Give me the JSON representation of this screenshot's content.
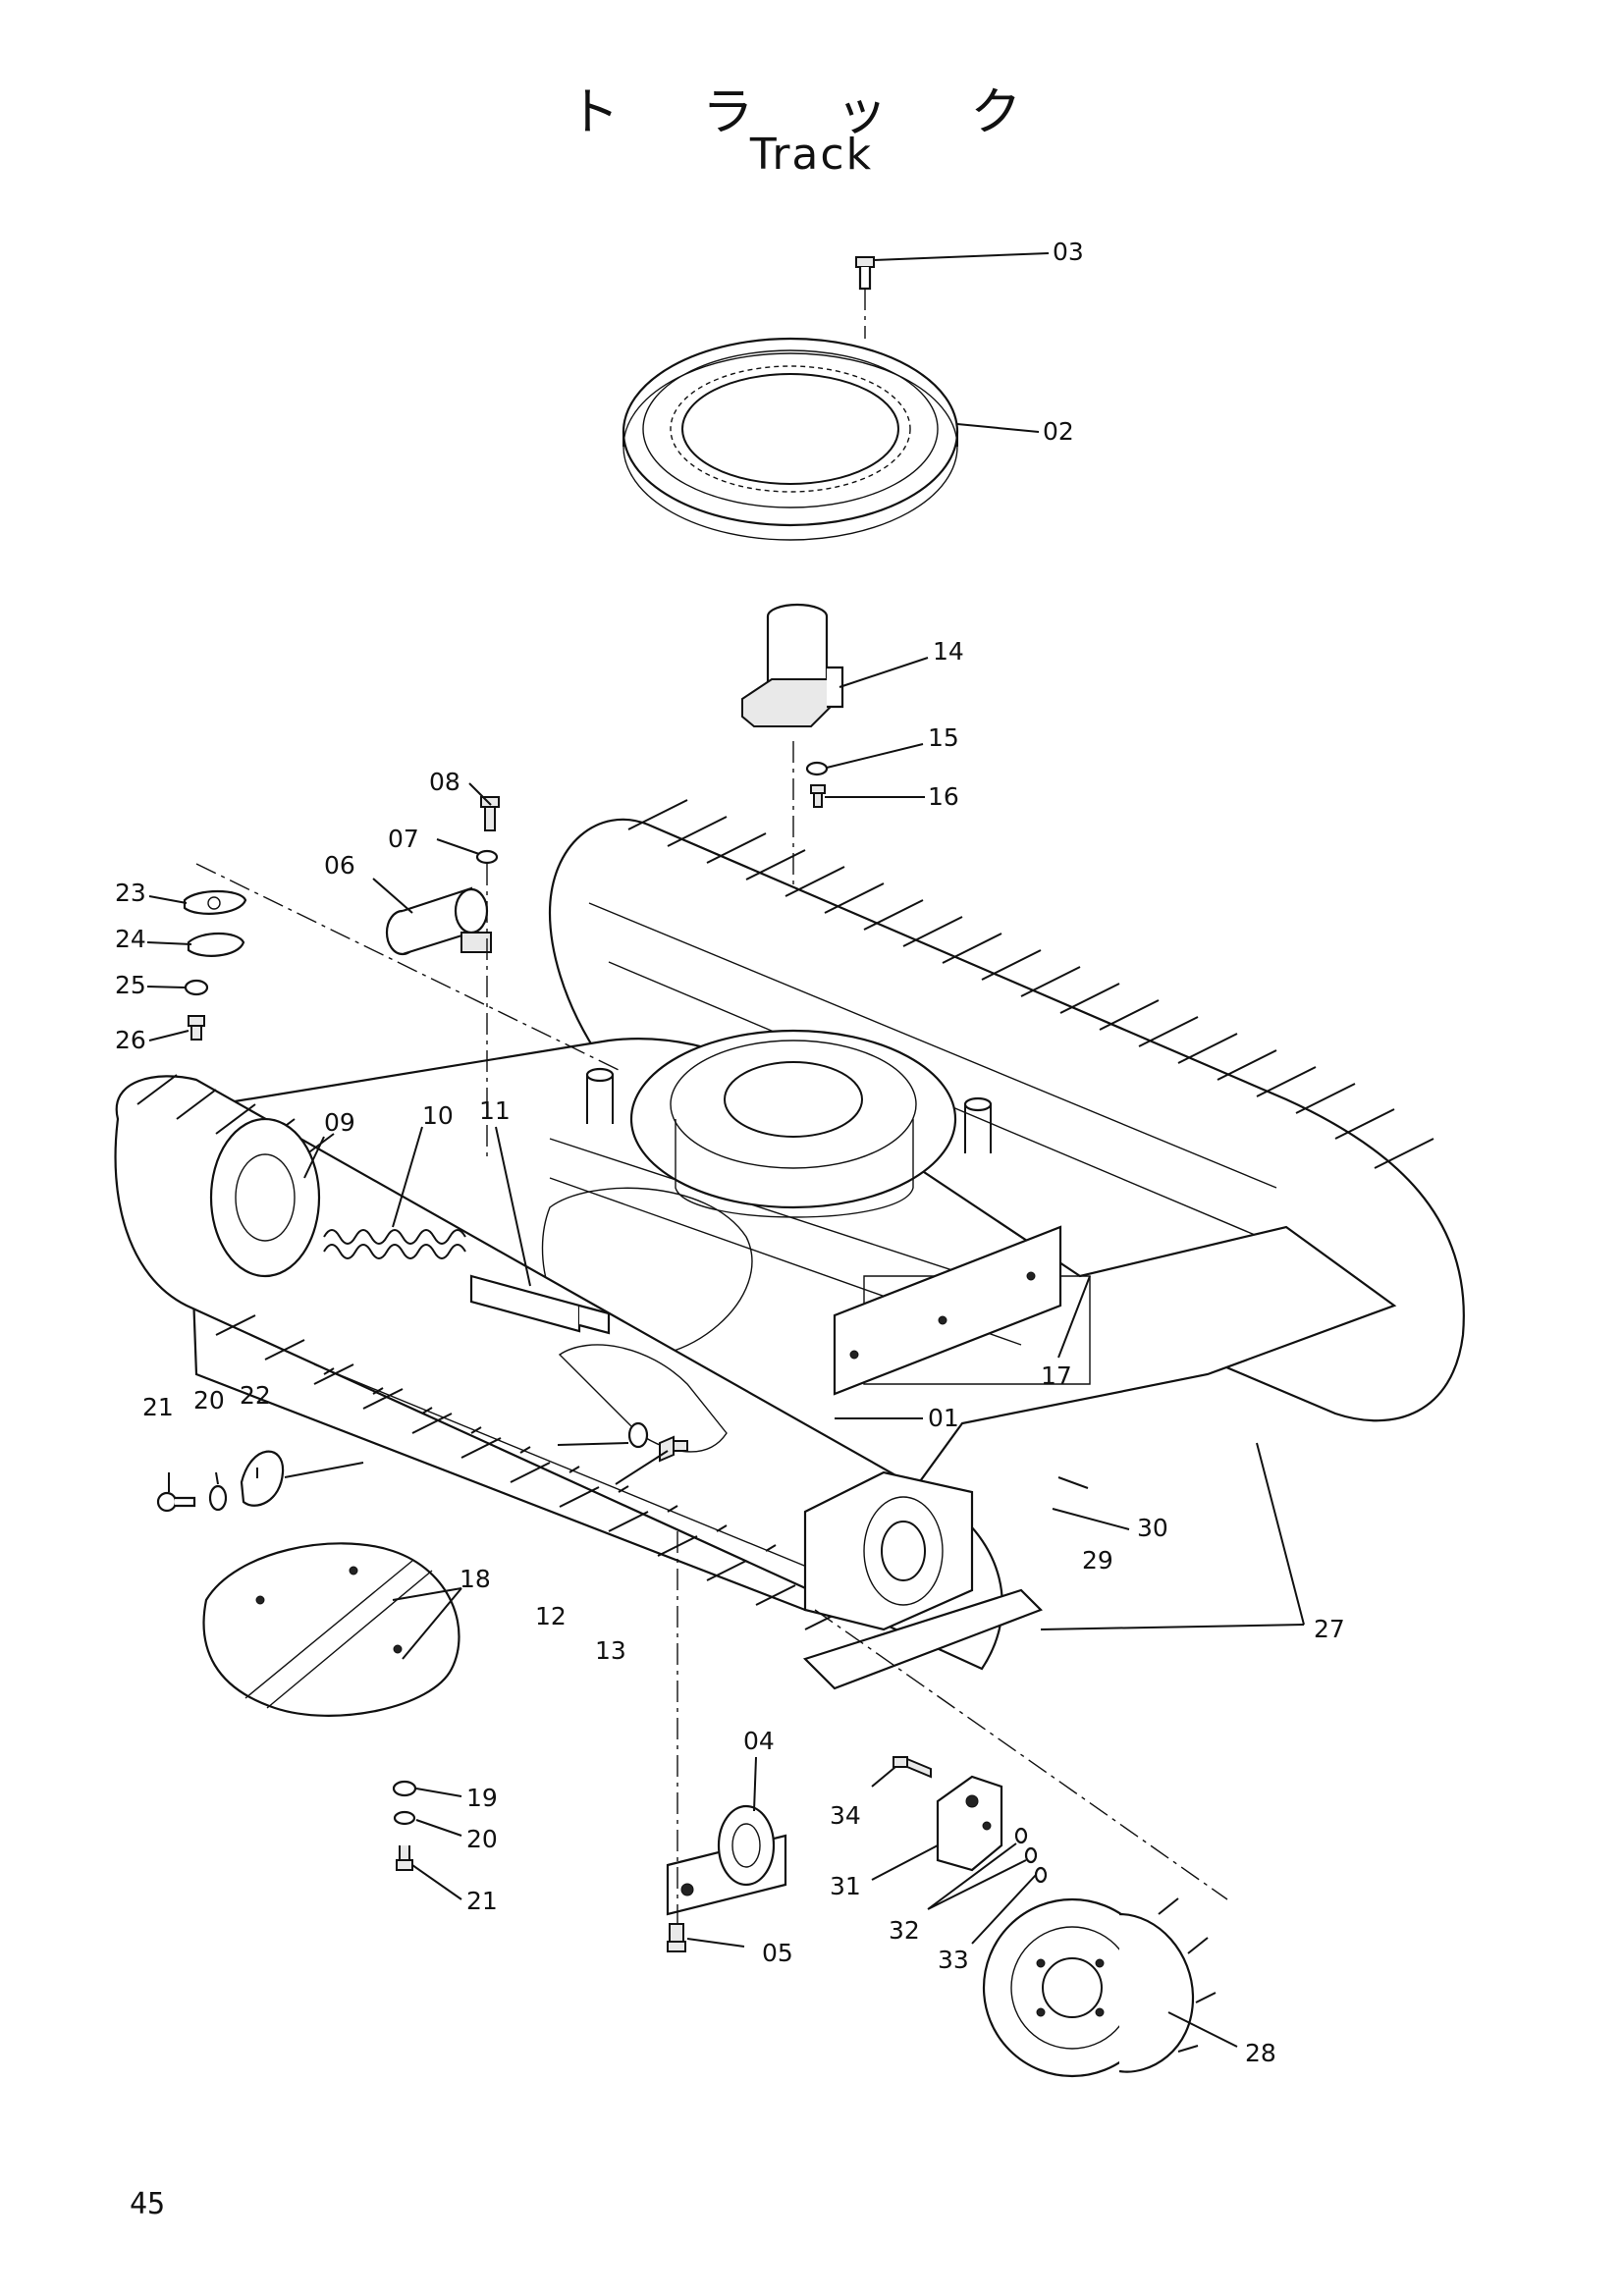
{
  "title": {
    "japanese": "ト ラ ッ ク",
    "english": "Track"
  },
  "page_number": "45",
  "part_labels": {
    "p01": "01",
    "p02": "02",
    "p03": "03",
    "p04": "04",
    "p05": "05",
    "p06": "06",
    "p07": "07",
    "p08": "08",
    "p09": "09",
    "p10": "10",
    "p11": "11",
    "p12": "12",
    "p13": "13",
    "p14": "14",
    "p15": "15",
    "p16": "16",
    "p17": "17",
    "p18": "18",
    "p19": "19",
    "p20a": "20",
    "p20b": "20",
    "p21a": "21",
    "p21b": "21",
    "p22": "22",
    "p23": "23",
    "p24": "24",
    "p25": "25",
    "p26": "26",
    "p27": "27",
    "p28": "28",
    "p29": "29",
    "p30": "30",
    "p31": "31",
    "p32": "32",
    "p33": "33",
    "p34": "34"
  }
}
